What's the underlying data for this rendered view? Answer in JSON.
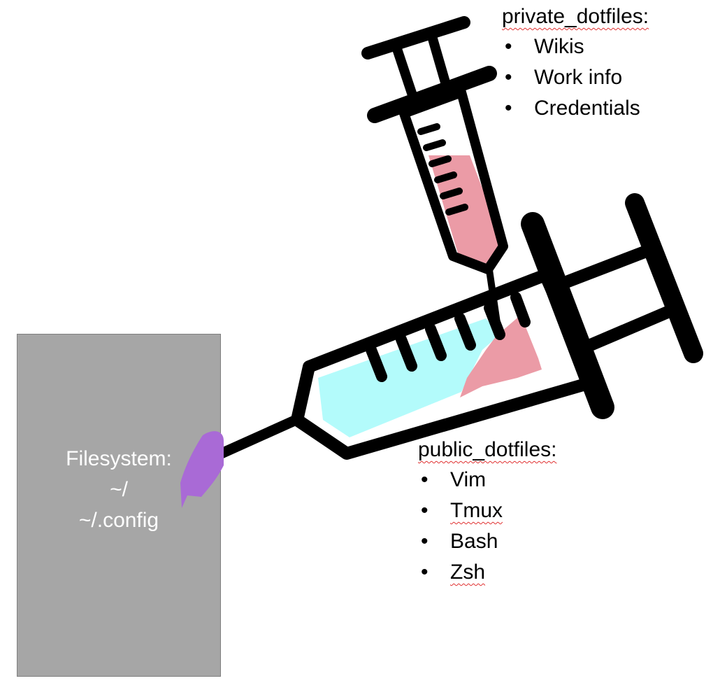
{
  "colors": {
    "ink": "#000000",
    "filesystem_fill": "#a6a6a6",
    "filesystem_text": "#ffffff",
    "public_fluid": "#b3fbfb",
    "private_fluid": "#eb9ba6",
    "merge_blob": "#a96ad6",
    "spellcheck_underline": "#e03030"
  },
  "filesystem": {
    "lines": [
      "Filesystem:",
      "~/",
      "~/.config"
    ]
  },
  "private_dotfiles": {
    "heading": "private_dotfiles:",
    "items": [
      "Wikis",
      "Work info",
      "Credentials"
    ]
  },
  "public_dotfiles": {
    "heading": "public_dotfiles:",
    "items": [
      "Vim",
      "Tmux",
      "Bash",
      "Zsh"
    ]
  }
}
